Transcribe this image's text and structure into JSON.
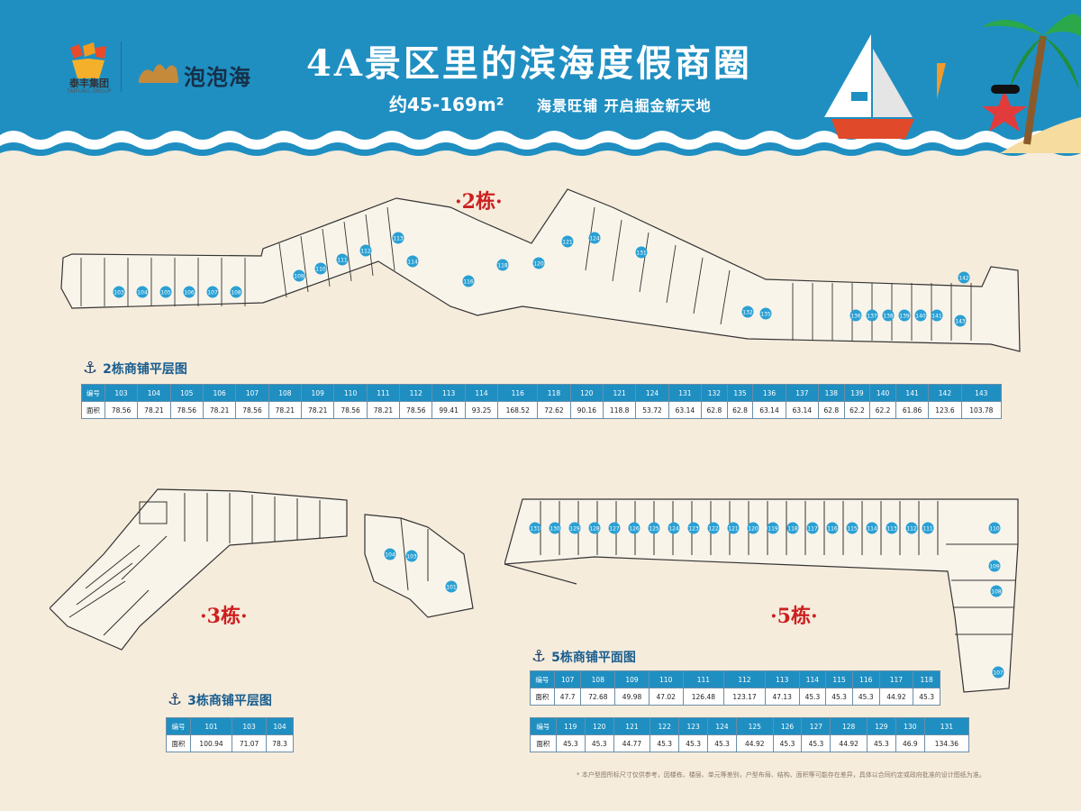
{
  "header": {
    "company_name": "泰丰集团",
    "company_name_en": "TAIFUNG GROUP",
    "brand_name": "泡泡海",
    "title": "4A景区里的滨海度假商圈",
    "subtitle_area": "约45-169m²",
    "subtitle_tagline": "海景旺铺  开启掘金新天地",
    "colors": {
      "sea_blue": "#1f8fc2",
      "sand": "#f6ecdc",
      "label_red": "#cc1f1f"
    }
  },
  "building2": {
    "label": "·2栋·",
    "section_title": "2栋商铺平层图",
    "row_labels": [
      "编号",
      "面积"
    ],
    "units": [
      "103",
      "104",
      "105",
      "106",
      "107",
      "108",
      "109",
      "110",
      "111",
      "112",
      "113",
      "114",
      "116",
      "118",
      "120",
      "121",
      "124",
      "131",
      "132",
      "135",
      "136",
      "137",
      "138",
      "139",
      "140",
      "141",
      "142",
      "143"
    ],
    "areas": [
      "78.56",
      "78.21",
      "78.56",
      "78.21",
      "78.56",
      "78.21",
      "78.21",
      "78.56",
      "78.21",
      "78.56",
      "99.41",
      "93.25",
      "168.52",
      "72.62",
      "90.16",
      "118.8",
      "53.72",
      "63.14",
      "62.8",
      "62.8",
      "63.14",
      "63.14",
      "62.8",
      "62.2",
      "62.2",
      "61.86",
      "123.6",
      "103.78"
    ],
    "plan_units": [
      "103",
      "104",
      "105",
      "106",
      "107",
      "108",
      "109",
      "110",
      "111",
      "112",
      "113",
      "114",
      "116",
      "118",
      "120",
      "121",
      "124",
      "131",
      "132",
      "135",
      "136",
      "137",
      "138",
      "139",
      "140",
      "141",
      "142",
      "143"
    ]
  },
  "building3": {
    "label": "·3栋·",
    "section_title": "3栋商铺平层图",
    "row_labels": [
      "编号",
      "面积"
    ],
    "units": [
      "101",
      "103",
      "104"
    ],
    "areas": [
      "100.94",
      "71.07",
      "78.3"
    ],
    "plan_units": [
      "104",
      "103",
      "101"
    ]
  },
  "building5": {
    "label": "·5栋·",
    "section_title": "5栋商铺平面图",
    "row_labels": [
      "编号",
      "面积"
    ],
    "units_row1": [
      "107",
      "108",
      "109",
      "110",
      "111",
      "112",
      "113",
      "114",
      "115",
      "116",
      "117",
      "118"
    ],
    "areas_row1": [
      "47.7",
      "72.68",
      "49.98",
      "47.02",
      "126.48",
      "123.17",
      "47.13",
      "45.3",
      "45.3",
      "45.3",
      "44.92",
      "45.3"
    ],
    "units_row2": [
      "119",
      "120",
      "121",
      "122",
      "123",
      "124",
      "125",
      "126",
      "127",
      "128",
      "129",
      "130",
      "131"
    ],
    "areas_row2": [
      "45.3",
      "45.3",
      "44.77",
      "45.3",
      "45.3",
      "45.3",
      "44.92",
      "45.3",
      "45.3",
      "44.92",
      "45.3",
      "46.9",
      "134.36"
    ],
    "plan_units": [
      "131",
      "130",
      "129",
      "128",
      "127",
      "126",
      "125",
      "124",
      "123",
      "122",
      "121",
      "120",
      "119",
      "118",
      "117",
      "116",
      "115",
      "114",
      "113",
      "112",
      "111",
      "110",
      "109",
      "108",
      "107"
    ]
  },
  "footnote": "* 本户型图所标尺寸仅供参考，因楼栋、楼层、单元等差别，户型布局、结构、面积等可能存在差异，具体以合同约定或政府批准的设计图纸为准。"
}
